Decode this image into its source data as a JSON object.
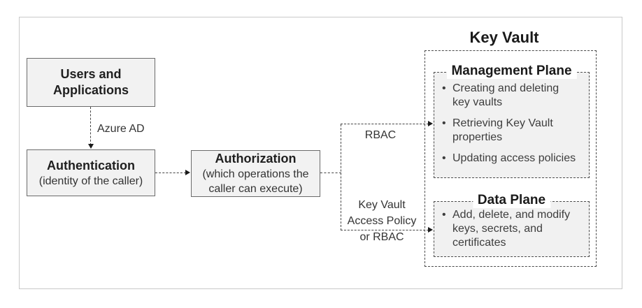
{
  "nodes": {
    "users_apps": {
      "label": "Users and Applications"
    },
    "authentication": {
      "title": "Authentication",
      "subtitle": "(identity of the caller)"
    },
    "authorization": {
      "title": "Authorization",
      "subtitle": "(which operations the caller can execute)"
    }
  },
  "connectors": {
    "azure_ad": "Azure AD",
    "rbac": "RBAC",
    "access_policy": "Key Vault Access Policy or RBAC"
  },
  "key_vault": {
    "title": "Key Vault",
    "management_plane": {
      "title": "Management Plane",
      "bullets": [
        "Creating and deleting key vaults",
        "Retrieving Key Vault properties",
        "Updating access policies"
      ]
    },
    "data_plane": {
      "title": "Data Plane",
      "bullets": [
        "Add, delete, and modify keys, secrets, and certificates"
      ]
    }
  },
  "glyphs": {
    "bullet": "•"
  },
  "colors": {
    "box_fill": "#f2f2f2",
    "box_border": "#6b6b6b",
    "dashed_line": "#444444",
    "frame_border": "#c9c9c9",
    "title_text": "#1f1f1f",
    "body_text": "#3d3d3d",
    "background": "#ffffff"
  }
}
